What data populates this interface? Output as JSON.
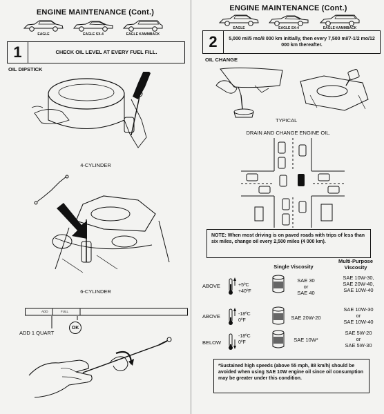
{
  "header": {
    "title": "ENGINE MAINTENANCE (Cont.)",
    "models": [
      "EAGLE",
      "EAGLE SX-4",
      "EAGLE KAMMBACK"
    ]
  },
  "step1": {
    "number": "1",
    "text": "CHECK OIL LEVEL AT EVERY FUEL FILL.",
    "section": "OIL DIPSTICK",
    "caption_4cyl": "4-CYLINDER",
    "caption_6cyl": "6-CYLINDER",
    "gauge": {
      "add": "ADD",
      "full": "FULL",
      "ok": "OK"
    },
    "add_one_quart": "ADD 1 QUART"
  },
  "step2": {
    "number": "2",
    "text": "5,000 mi/5 mo/8 000 km initially, then every 7,500 mi/7-1/2 mo/12 000 km thereafter.",
    "section": "OIL CHANGE",
    "typical": "TYPICAL",
    "drain_caption": "DRAIN AND CHANGE ENGINE OIL.",
    "note": "NOTE: When most driving is on paved roads with trips of less than six miles, change oil every 2,500 miles (4 000 km).",
    "viscosity": {
      "single_header": "Single Viscosity",
      "multi_header": "Multi-Purpose Viscosity",
      "rows": [
        {
          "condition": "ABOVE",
          "temps": "+5ºC\n+40ºF",
          "single": "SAE 30\nor\nSAE 40",
          "multi": "SAE 10W-30,\nSAE 20W-40,\nSAE 10W-40"
        },
        {
          "condition": "ABOVE",
          "temps": "-18ºC\n0ºF",
          "single": "SAE 20W-20",
          "multi": "SAE 10W-30\nor\nSAE 10W-40"
        },
        {
          "condition": "BELOW",
          "temps": "-18ºC\n0ºF",
          "single": "SAE 10W*",
          "multi": "SAE 5W-20\nor\nSAE 5W-30"
        }
      ]
    },
    "footnote": "*Sustained high speeds (above 55 mph, 88 km/h) should be avoided when using SAE 10W engine oil since oil consumption may be greater under this condition."
  }
}
